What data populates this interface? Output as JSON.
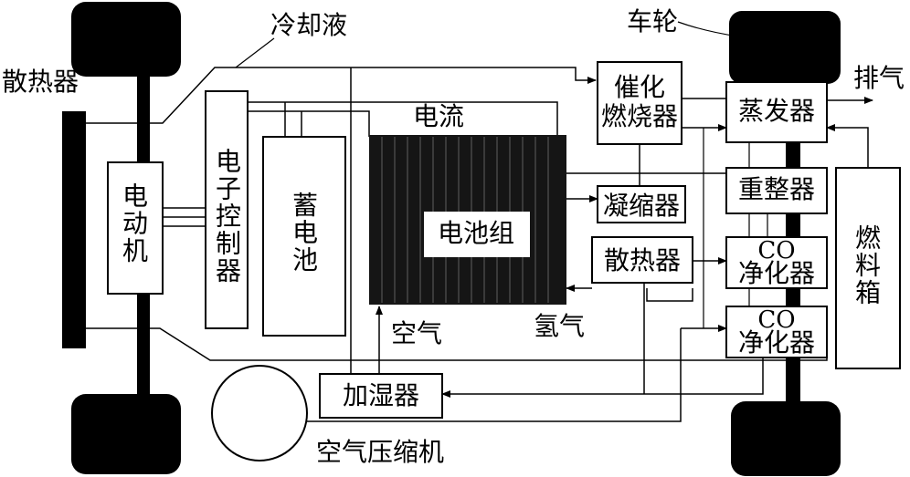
{
  "labels": {
    "radiator_left": "散热器",
    "coolant": "冷却液",
    "wheel": "车轮",
    "exhaust": "排气",
    "current": "电流",
    "motor": "电动机",
    "controller": "电子控制器",
    "battery": "蓄电池",
    "stack": "电池组",
    "catalytic_l1": "催化",
    "catalytic_l2": "燃烧器",
    "evaporator": "蒸发器",
    "reformer": "重整器",
    "condenser": "凝缩器",
    "radiator_right": "散热器",
    "co_purifier_1_l1": "CO",
    "co_purifier_1_l2": "净化器",
    "co_purifier_2_l1": "CO",
    "co_purifier_2_l2": "净化器",
    "fuel_tank": "燃料箱",
    "humidifier": "加湿器",
    "air": "空气",
    "hydrogen": "氢气",
    "compressor": "空气压缩机"
  }
}
